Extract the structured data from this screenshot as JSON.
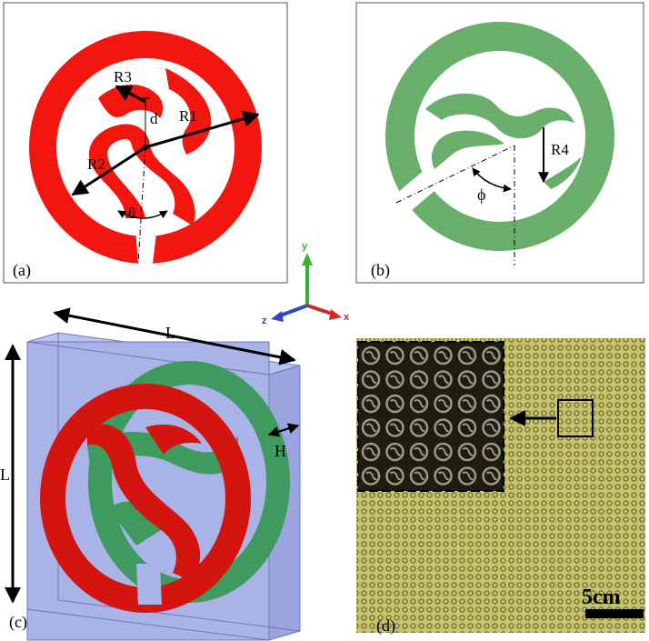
{
  "colors": {
    "red": "#f2160f",
    "green": "#6aae6c",
    "green_dark": "#3f9a60",
    "substrate": "#a9b3e6",
    "substrate_edge": "#6e78b8",
    "board": "#c9c46e",
    "axis_y": "#2fb52f",
    "axis_z": "#2d48c8",
    "axis_x": "#d02828"
  },
  "panel_a": {
    "label": "(a)",
    "R1": "R1",
    "R2": "R2",
    "R3": "R3",
    "d": "d",
    "theta": "θ"
  },
  "panel_b": {
    "label": "(b)",
    "R4": "R4",
    "phi": "ϕ"
  },
  "panel_c": {
    "label": "(c)",
    "L_top": "L",
    "L_side": "L",
    "H": "H"
  },
  "panel_d": {
    "label": "(d)",
    "scale": "5cm"
  },
  "axes": {
    "x": "x",
    "y": "y",
    "z": "z"
  }
}
